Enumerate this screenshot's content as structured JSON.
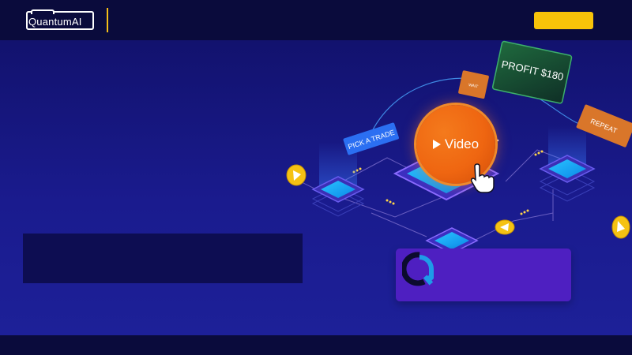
{
  "header": {
    "logo_text": "QuantumAI",
    "cta_label": ""
  },
  "hero": {
    "text_block": ""
  },
  "scene": {
    "pick_label": "PICK A TRADE",
    "wait_label": "WAIT",
    "profit_label": "PROFIT $180",
    "repeat_label": "REPEAT",
    "video_label": "Video"
  },
  "colors": {
    "header_bg": "#0a0b3c",
    "main_bg": "#151683",
    "accent_yellow": "#f8c309",
    "video_orange": "#ef6611",
    "card_purple": "#4e1fc1",
    "profit_green": "#1a4a2e"
  },
  "icons": [
    "play-icon",
    "hand-pointer-icon",
    "quantum-q-icon",
    "coin-icon"
  ]
}
